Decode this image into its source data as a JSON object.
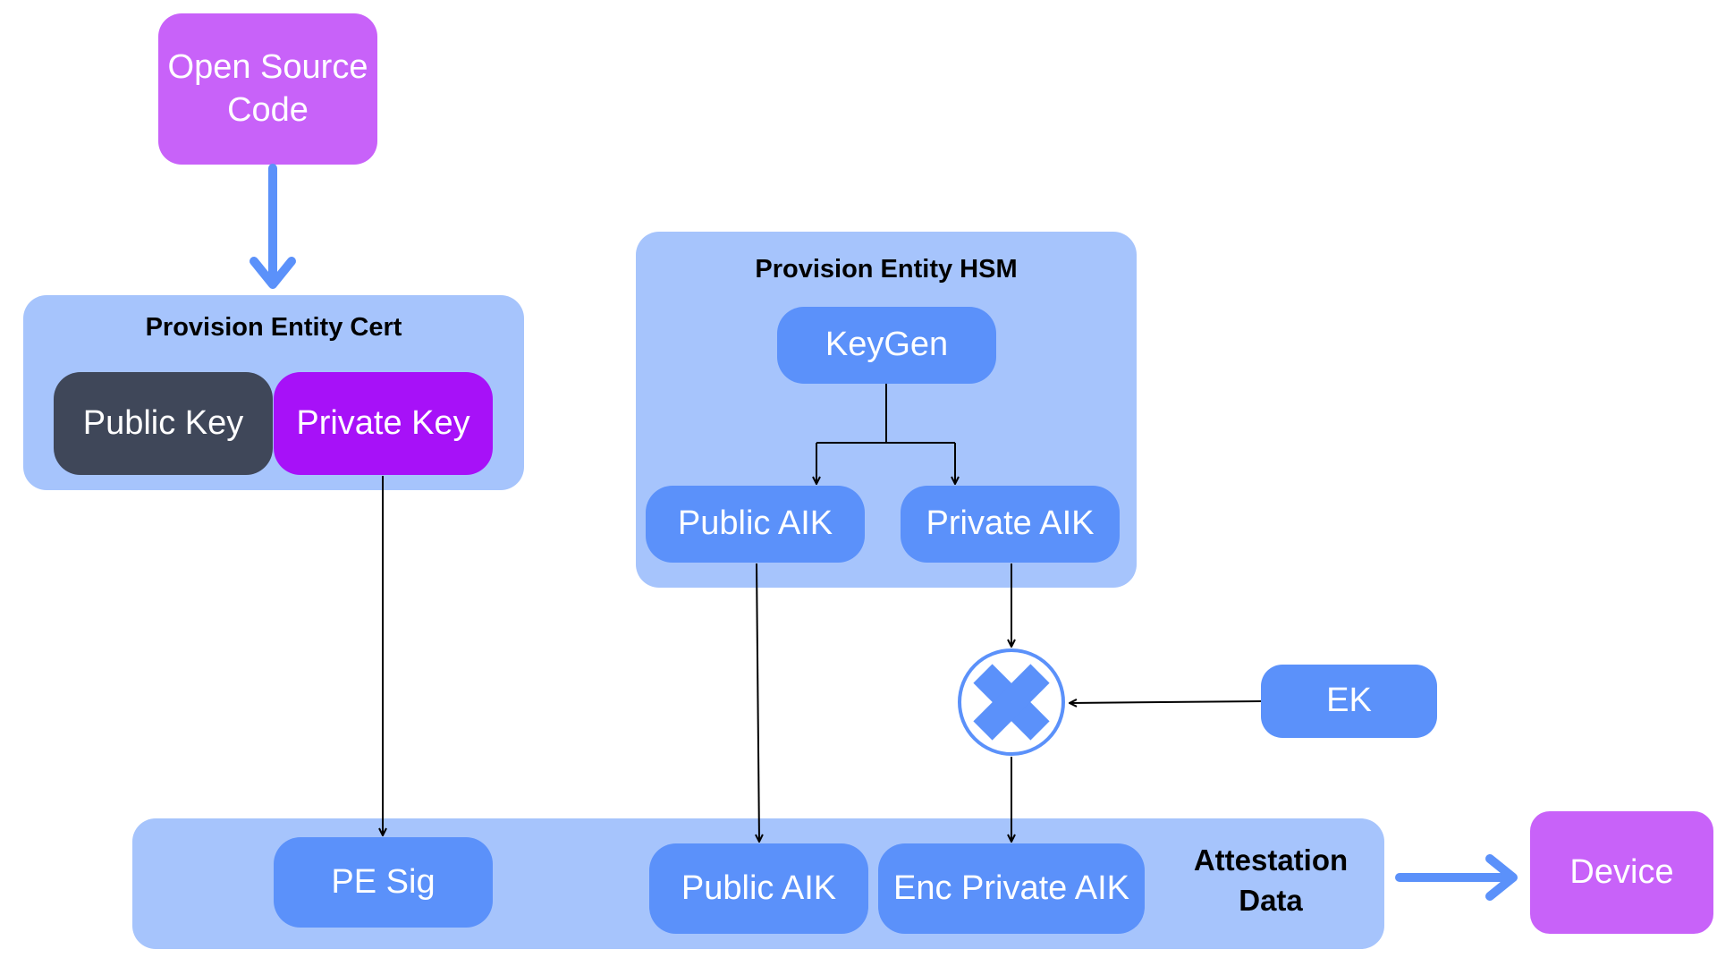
{
  "open_source": {
    "line1": "Open Source",
    "line2": "Code"
  },
  "cert": {
    "title": "Provision Entity Cert",
    "public_key": "Public Key",
    "private_key": "Private Key"
  },
  "hsm": {
    "title": "Provision Entity HSM",
    "keygen": "KeyGen",
    "public_aik": "Public AIK",
    "private_aik": "Private AIK"
  },
  "ek": "EK",
  "attestation": {
    "line1": "Attestation",
    "line2": "Data",
    "pe_sig": "PE Sig",
    "public_aik": "Public AIK",
    "enc_private_aik": "Enc Private AIK"
  },
  "device": "Device",
  "colors": {
    "group_fill": "#a6c4fc",
    "node_blue": "#5b91fa",
    "node_magenta": "#c862f9",
    "node_purple": "#a711f8",
    "node_dark": "#3f4759",
    "flow_arrow": "#5b91fa",
    "connector": "#000000"
  },
  "icons": {
    "combine_node": "x-circle-icon"
  }
}
